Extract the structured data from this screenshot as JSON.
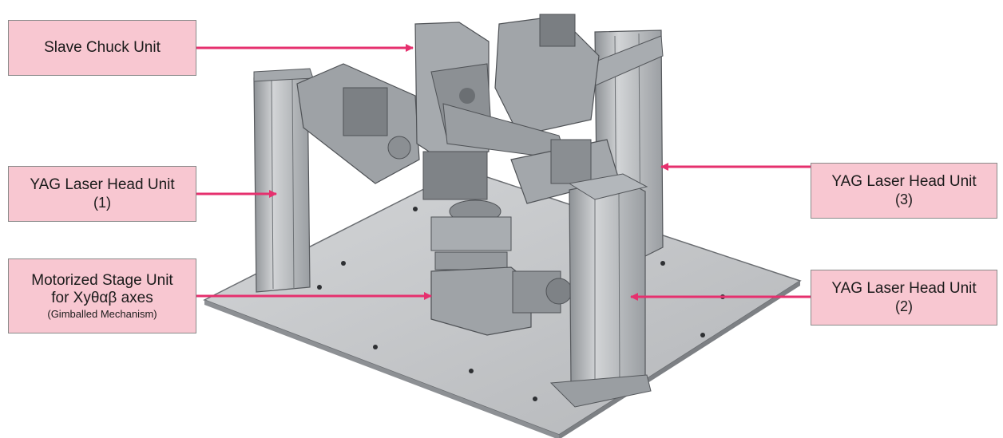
{
  "labels": {
    "slave_chuck": {
      "line1": "Slave Chuck Unit"
    },
    "yag1": {
      "line1": "YAG Laser Head Unit",
      "line2": "(1)"
    },
    "stage": {
      "line1": "Motorized Stage Unit",
      "line2": "for Xyθαβ axes",
      "line3": "(Gimballed Mechanism)"
    },
    "yag3": {
      "line1": "YAG Laser Head Unit",
      "line2": "(3)"
    },
    "yag2": {
      "line1": "YAG Laser Head Unit",
      "line2": "(2)"
    }
  },
  "colors": {
    "label_fill": "#f8c7d1",
    "arrow": "#e6306e",
    "base_plate": "#c9cbcd",
    "metal": "#b9bcc0"
  }
}
